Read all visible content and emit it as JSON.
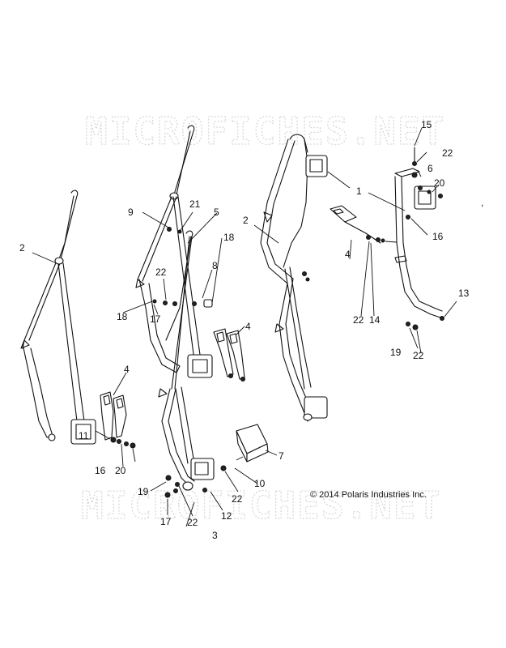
{
  "watermark": {
    "top": "MICROFICHES.NET",
    "bottom": "MICROFICHES.NET"
  },
  "copyright": "© 2014 Polaris Industries Inc.",
  "stray_mark": ",",
  "callouts": {
    "c1": "1",
    "c2a": "2",
    "c2b": "2",
    "c3": "3",
    "c4a": "4",
    "c4b": "4",
    "c4c": "4",
    "c5": "5",
    "c6": "6",
    "c7": "7",
    "c8": "8",
    "c9": "9",
    "c10": "10",
    "c11": "11",
    "c12": "12",
    "c13": "13",
    "c14": "14",
    "c15": "15",
    "c16a": "16",
    "c16b": "16",
    "c17a": "17",
    "c17b": "17",
    "c18a": "18",
    "c18b": "18",
    "c19a": "19",
    "c19b": "19",
    "c20a": "20",
    "c20b": "20",
    "c21": "21",
    "c22a": "22",
    "c22b": "22",
    "c22c": "22",
    "c22d": "22",
    "c22e": "22",
    "c22f": "22"
  }
}
